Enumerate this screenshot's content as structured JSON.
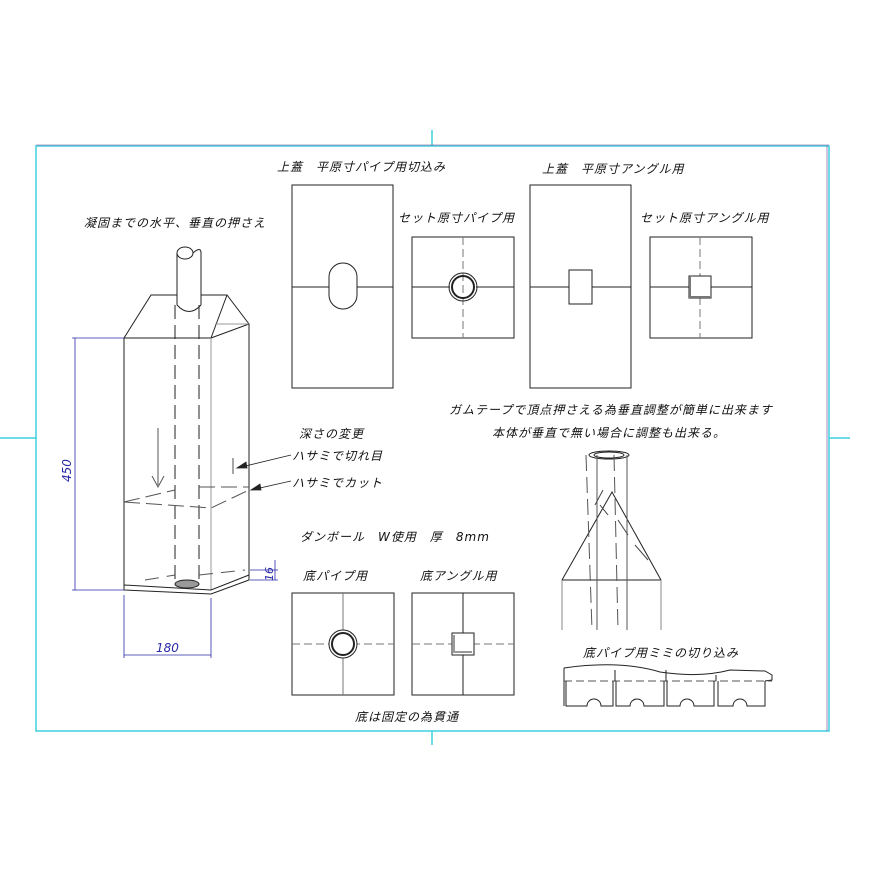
{
  "frame": {
    "border_color": "#3fd0e0",
    "dimension_color": "#2a2aa8"
  },
  "labels": {
    "left_assembly_title": "凝固までの水平、垂直の押さえ",
    "top_lid_pipe_flat": "上蓋　平原寸パイプ用切込み",
    "set_pipe": "セット原寸パイプ用",
    "top_lid_angle_flat": "上蓋　平原寸アングル用",
    "set_angle": "セット原寸アングル用",
    "note_line1": "ガムテープで頂点押さえる為垂直調整が簡単に出来ます",
    "note_line2": "本体が垂直で無い場合に調整も出来る。",
    "depth_change": "深さの変更",
    "scissors_slit": "ハサミで切れ目",
    "scissors_cut": "ハサミでカット",
    "cardboard_spec": "ダンボール　W使用　厚　8mm",
    "bottom_pipe": "底パイプ用",
    "bottom_angle": "底アングル用",
    "bottom_pipe_tabs": "底パイプ用ミミの切り込み",
    "bottom_through": "底は固定の為貫通"
  },
  "dimensions": {
    "height": "450",
    "width": "180",
    "base_thickness": "16"
  }
}
